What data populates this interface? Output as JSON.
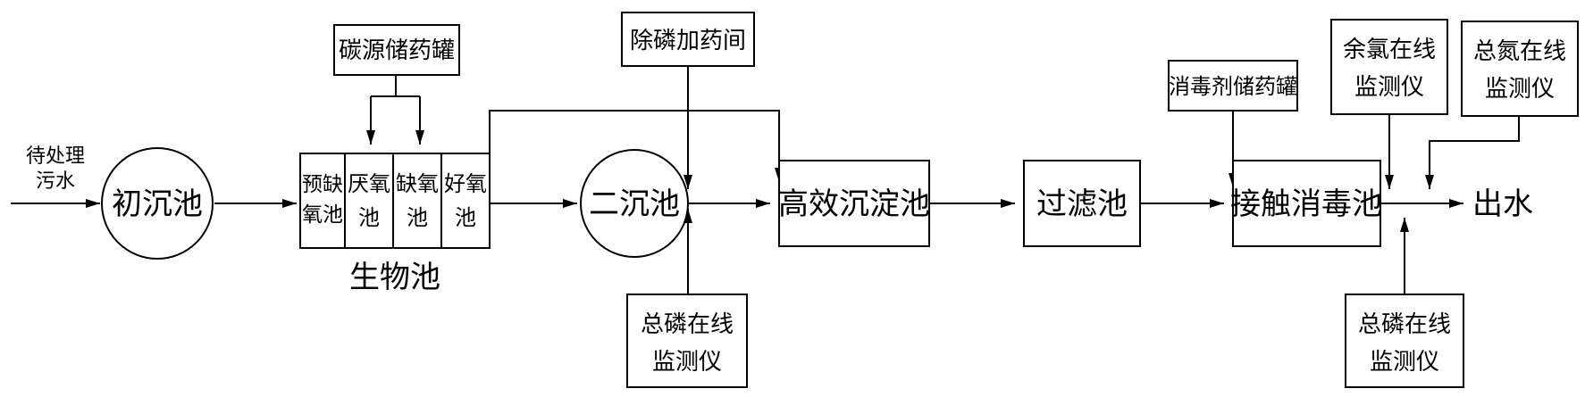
{
  "nodes": {
    "input_l1": "待处理",
    "input_l2": "污水",
    "primary_clarifier": "初沉池",
    "carbon_tank": "碳源储药罐",
    "bio_pre_l1": "预缺",
    "bio_pre_l2": "氧池",
    "bio_anaerobic_l1": "厌氧",
    "bio_anaerobic_l2": "池",
    "bio_anoxic_l1": "缺氧",
    "bio_anoxic_l2": "池",
    "bio_aerobic_l1": "好氧",
    "bio_aerobic_l2": "池",
    "bio_label": "生物池",
    "secondary_clarifier": "二沉池",
    "phos_dosing": "除磷加药间",
    "tp_monitor_1_l1": "总磷在线",
    "tp_monitor_1_l2": "监测仪",
    "hi_eff_sed": "高效沉淀池",
    "filter": "过滤池",
    "disinfectant_tank": "消毒剂储药罐",
    "contact_disinfection": "接触消毒池",
    "residual_cl_l1": "余氯在线",
    "residual_cl_l2": "监测仪",
    "tn_monitor_l1": "总氮在线",
    "tn_monitor_l2": "监测仪",
    "tp_monitor_2_l1": "总磷在线",
    "tp_monitor_2_l2": "监测仪",
    "output": "出水"
  }
}
